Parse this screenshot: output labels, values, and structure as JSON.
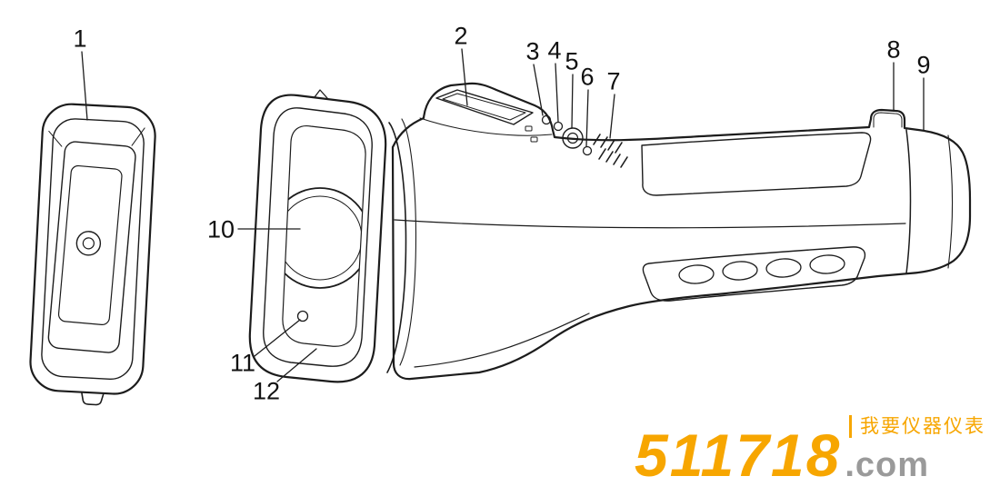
{
  "figure_type": "device-parts-line-diagram",
  "callouts": [
    "1",
    "2",
    "3",
    "4",
    "5",
    "6",
    "7",
    "8",
    "9",
    "10",
    "11",
    "12"
  ],
  "watermark": {
    "brand": "511718",
    "domain_suffix": ".com",
    "tagline": "我要仪器仪表"
  },
  "colors": {
    "line": "#1c1c1c",
    "watermark_orange": "#f7a600",
    "watermark_gray": "#9a9a9a"
  }
}
